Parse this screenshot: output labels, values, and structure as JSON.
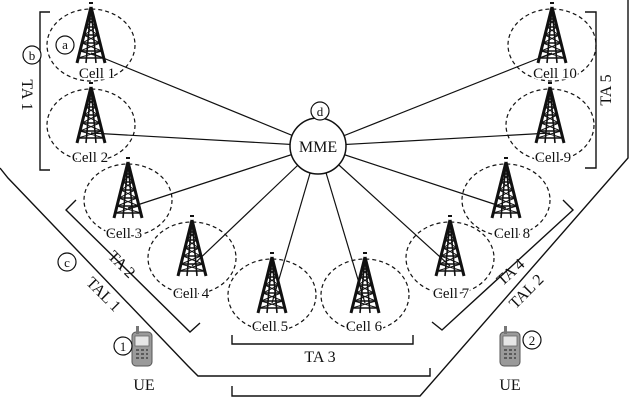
{
  "mme": {
    "label": "MME",
    "marker": "d"
  },
  "markers": {
    "cell": "a",
    "ta": "b",
    "tal": "c"
  },
  "cells": [
    {
      "id": "cell-1",
      "label": "Cell 1"
    },
    {
      "id": "cell-2",
      "label": "Cell 2"
    },
    {
      "id": "cell-3",
      "label": "Cell 3"
    },
    {
      "id": "cell-4",
      "label": "Cell 4"
    },
    {
      "id": "cell-5",
      "label": "Cell 5"
    },
    {
      "id": "cell-6",
      "label": "Cell 6"
    },
    {
      "id": "cell-7",
      "label": "Cell 7"
    },
    {
      "id": "cell-8",
      "label": "Cell 8"
    },
    {
      "id": "cell-9",
      "label": "Cell 9"
    },
    {
      "id": "cell-10",
      "label": "Cell 10"
    }
  ],
  "tracking_areas": [
    {
      "id": "ta-1",
      "label": "TA 1"
    },
    {
      "id": "ta-2",
      "label": "TA 2"
    },
    {
      "id": "ta-3",
      "label": "TA 3"
    },
    {
      "id": "ta-4",
      "label": "TA 4"
    },
    {
      "id": "ta-5",
      "label": "TA 5"
    }
  ],
  "tracking_area_lists": [
    {
      "id": "tal-1",
      "label": "TAL 1"
    },
    {
      "id": "tal-2",
      "label": "TAL 2"
    }
  ],
  "user_equipment": [
    {
      "id": "ue-1",
      "label": "UE",
      "number": "1"
    },
    {
      "id": "ue-2",
      "label": "UE",
      "number": "2"
    }
  ],
  "colors": {
    "ink": "#111111",
    "phone": "#9a9a9a",
    "phone_screen": "#e6e6e6"
  }
}
